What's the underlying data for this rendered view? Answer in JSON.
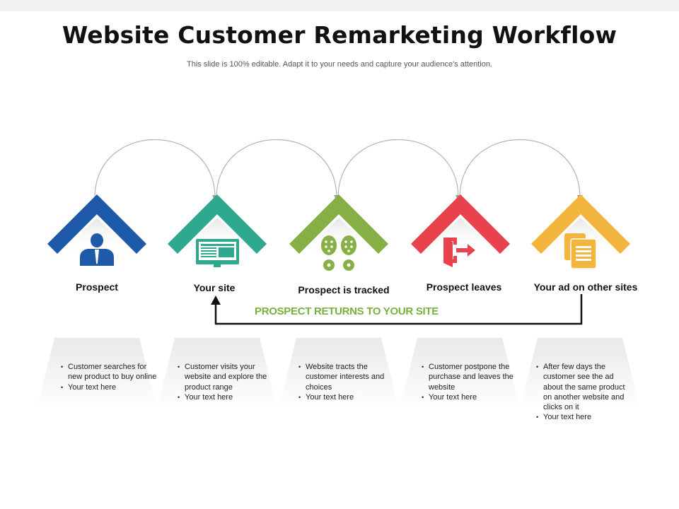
{
  "title": "Website Customer Remarketing Workflow",
  "subtitle": "This slide is 100% editable. Adapt it to your needs and capture your audience's attention.",
  "steps": [
    {
      "label": "Prospect",
      "color": "#1e5aa8",
      "icon": "person-icon",
      "bullets": [
        "Customer searches for new product to buy online",
        "Your text here"
      ]
    },
    {
      "label": "Your site",
      "color": "#2fa98e",
      "icon": "monitor-icon",
      "bullets": [
        "Customer visits your website and explore the product range",
        "Your text here"
      ]
    },
    {
      "label": "Prospect is tracked",
      "color": "#86b046",
      "icon": "footprints-icon",
      "bullets": [
        "Website tracts the customer interests and choices",
        "Your text here"
      ]
    },
    {
      "label": "Prospect leaves",
      "color": "#e8434c",
      "icon": "exit-door-icon",
      "bullets": [
        "Customer postpone the purchase and leaves the website",
        "Your text here"
      ]
    },
    {
      "label": "Your ad on other sites",
      "color": "#f4b53f",
      "icon": "documents-icon",
      "bullets": [
        "After few days the customer see the ad about the same product on another website and clicks on it",
        "Your text here"
      ]
    }
  ],
  "return_loop": {
    "label": "PROSPECT RETURNS TO  YOUR SITE",
    "color": "#7ab03f"
  }
}
